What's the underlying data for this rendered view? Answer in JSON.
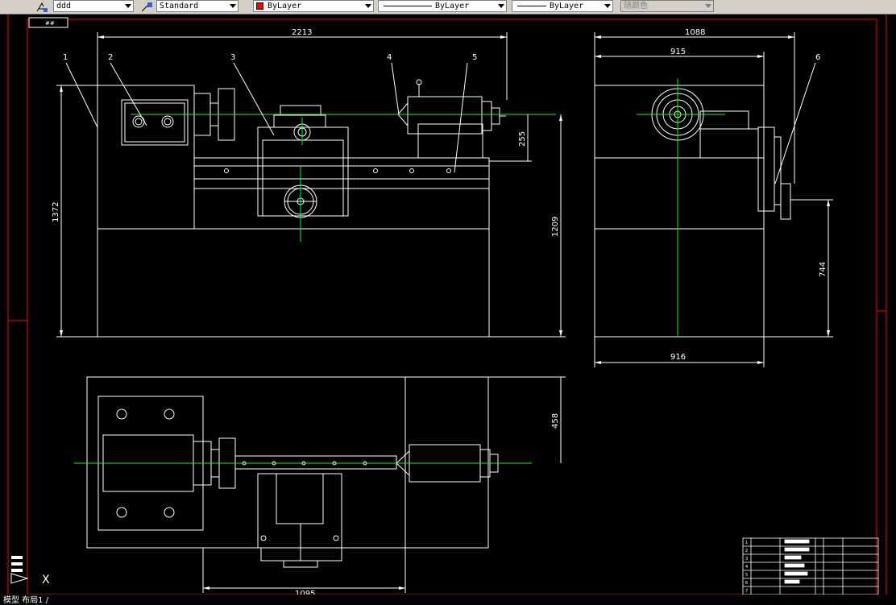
{
  "toolbar": {
    "text_style": "ddd",
    "dim_style": "Standard",
    "layer_color": "ByLayer",
    "linetype": "ByLayer",
    "lineweight": "ByLayer",
    "plot_style": "随颜色",
    "colors": {
      "layer_swatch": "#ff0000",
      "toolbar_bg": "#d4d0c8"
    }
  },
  "drawing": {
    "frame_tag": "##",
    "dimensions": {
      "front_width": "2213",
      "front_height": "1372",
      "front_total_height": "1209",
      "tailstock_offset": "255",
      "side_width_top": "1088",
      "side_width_inner": "915",
      "side_width_bottom": "916",
      "side_height": "744",
      "plan_depth": "458",
      "plan_width": "1095"
    },
    "callouts": [
      "1",
      "2",
      "3",
      "4",
      "5",
      "6"
    ],
    "colors": {
      "lines": "#ffffff",
      "center": "#00ff00",
      "border": "#ff0000",
      "dimension": "#ffffff"
    }
  },
  "title_block": {
    "rows": [
      "1",
      "2",
      "3",
      "4",
      "5",
      "6",
      "7"
    ]
  },
  "ucs_icon": {
    "x_label": "X"
  },
  "command_line": {
    "text": "模型  布局1 /"
  }
}
